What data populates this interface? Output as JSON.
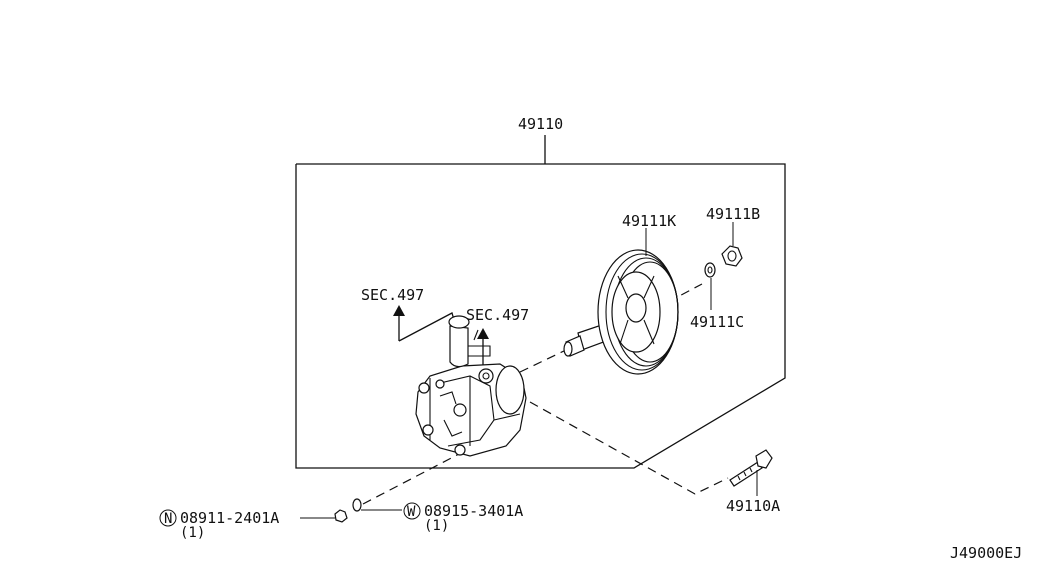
{
  "labels": {
    "assembly": "49110",
    "pulley": "49111K",
    "nut": "49111B",
    "washer": "49111C",
    "sec_left": "SEC.497",
    "sec_right": "SEC.497",
    "bolt": "49110A",
    "part_n_symbol": "N",
    "part_n_number": "08911-2401A",
    "part_n_qty": "(1)",
    "part_w_symbol": "W",
    "part_w_number": "08915-3401A",
    "part_w_qty": "(1)",
    "drawing_code": "J49000EJ"
  },
  "icons": [
    "power-steering-pump-icon",
    "pulley-icon",
    "shaft-icon",
    "nut-icon",
    "washer-icon",
    "bolt-icon",
    "arrow-up-icon"
  ]
}
